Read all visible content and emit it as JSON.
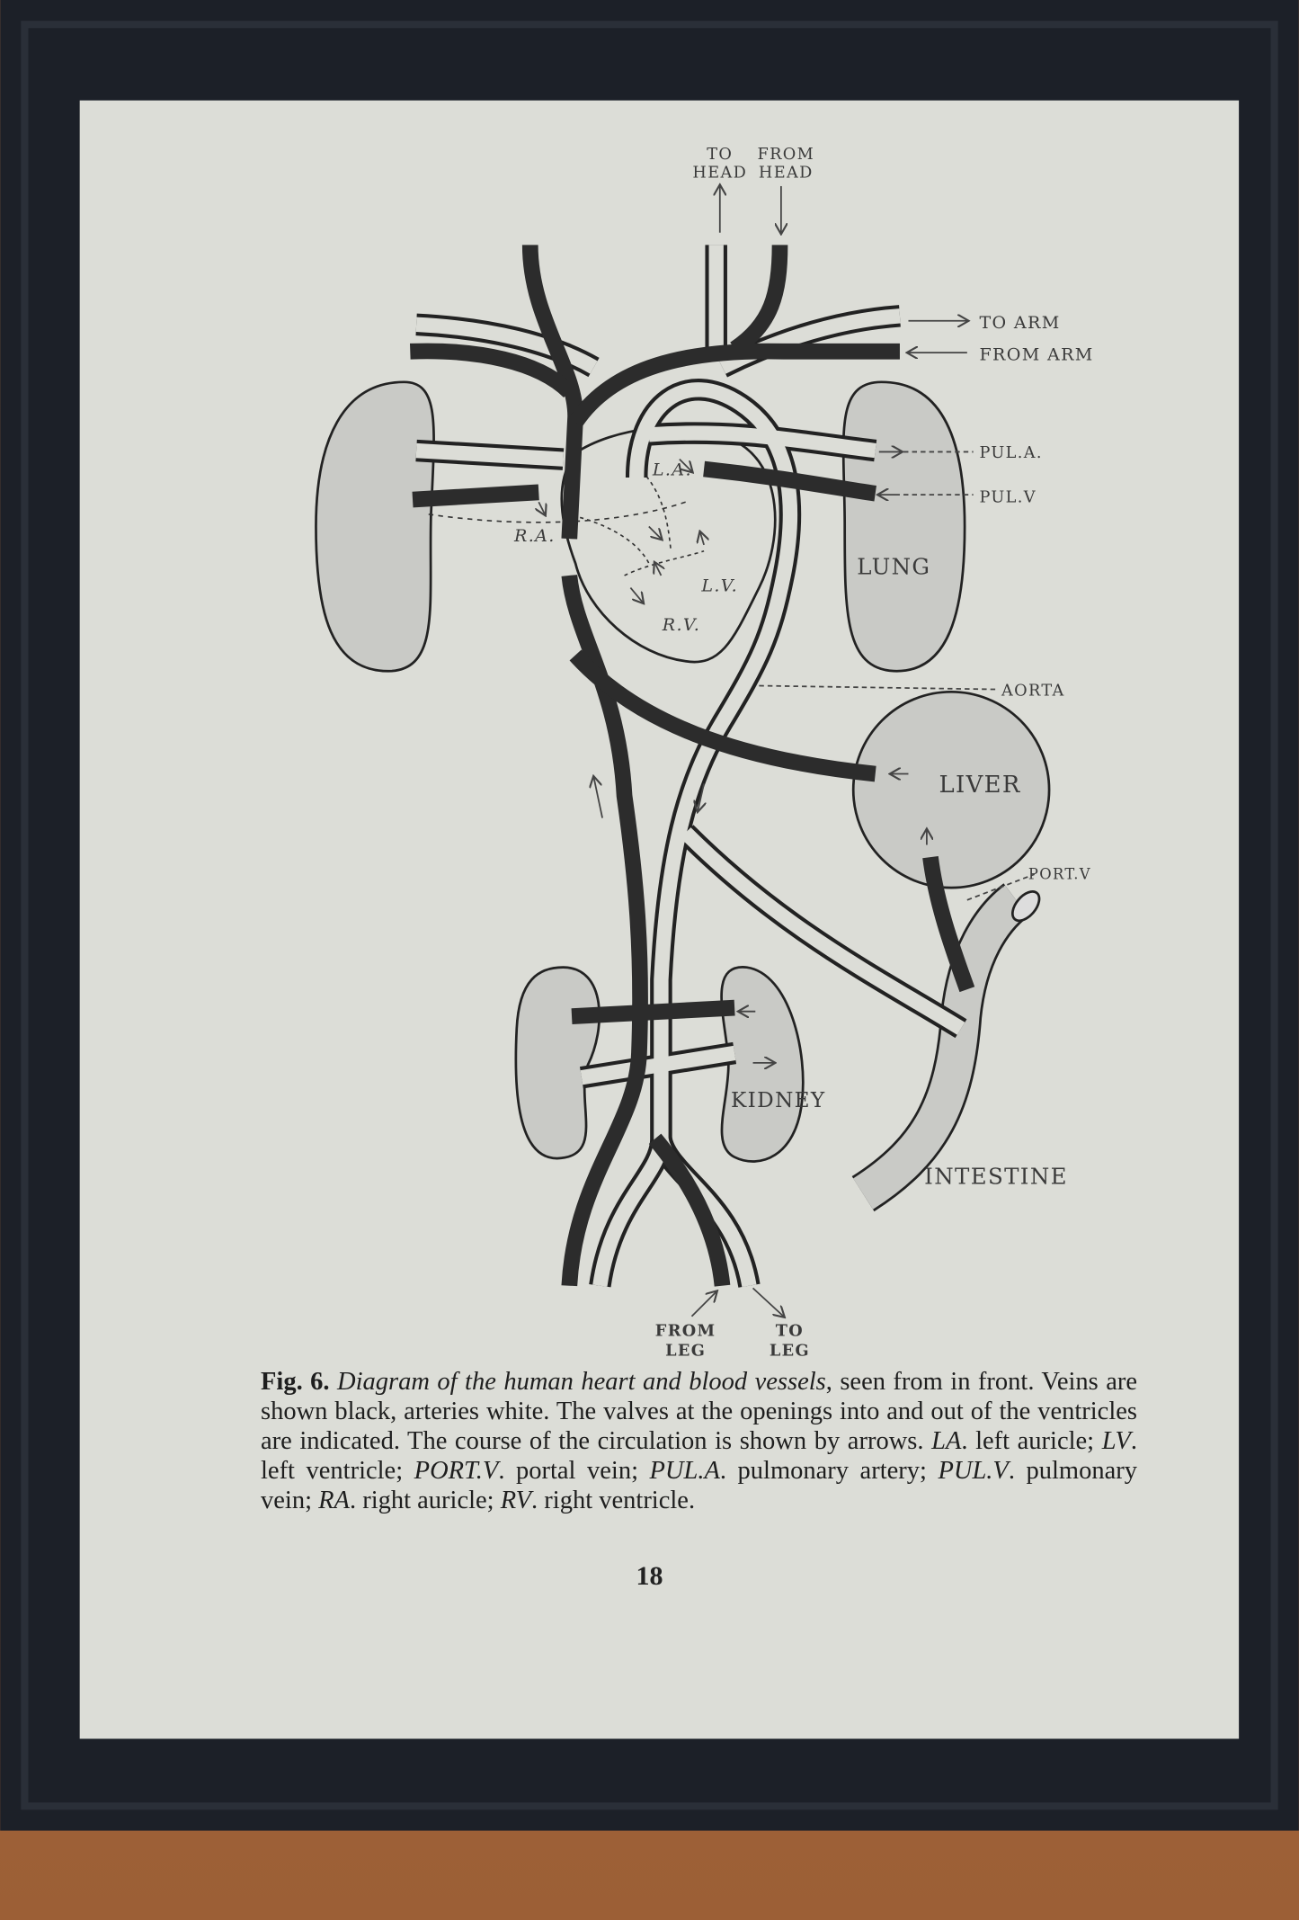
{
  "figure": {
    "labels": {
      "to_head": [
        "TO",
        "HEAD"
      ],
      "from_head": [
        "FROM",
        "HEAD"
      ],
      "to_arm": "TO ARM",
      "from_arm": "FROM ARM",
      "pul_a": "PUL.A.",
      "pul_v": "PUL.V",
      "lung": "LUNG",
      "aorta": "AORTA",
      "liver": "LIVER",
      "port_v": "PORT.V",
      "kidney": "KIDNEY",
      "intestine": "INTESTINE",
      "from_leg": [
        "FROM",
        "LEG"
      ],
      "to_leg": [
        "TO",
        "LEG"
      ],
      "la": "L.A.",
      "ra": "R.A.",
      "lv": "L.V.",
      "rv": "R.V."
    },
    "caption": {
      "fig": "Fig. 6.",
      "title": "Diagram of the human heart and blood vessels",
      "t1": ", seen from in front. Veins are shown black, arteries white. The valves at the openings into and out of the ventricles are indicated. The course of the circulation is shown by arrows. ",
      "la": "LA",
      "t2": ". left auricle; ",
      "lv": "LV",
      "t3": ". left ventricle; ",
      "portv": "PORT.V",
      "t4": ". portal vein; ",
      "pula": "PUL.A",
      "t5": ". pulmonary artery; ",
      "pulv": "PUL.V",
      "t6": ". pulmonary vein; ",
      "ra": "RA",
      "t7": ". right auricle; ",
      "rv": "RV",
      "t8": ". right ventricle."
    },
    "page_number": "18"
  },
  "colors": {
    "frame": "#1c2028",
    "paper": "#dcddd7",
    "vein": "#2c2c2c",
    "organ": "#c9cac6",
    "wood": "#b4774a"
  }
}
